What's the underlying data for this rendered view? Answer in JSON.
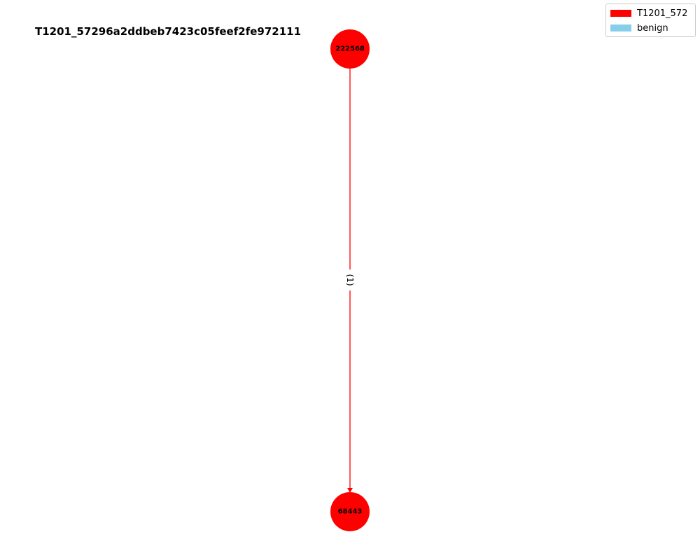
{
  "title": "T1201_57296a2ddbeb7423c05feef2fe972111",
  "legend": {
    "items": [
      {
        "label": "T1201_572",
        "color": "#ff0000"
      },
      {
        "label": "benign",
        "color": "#87ceeb"
      }
    ]
  },
  "nodes": [
    {
      "id": "222568",
      "color": "#ff0000"
    },
    {
      "id": "68443",
      "color": "#ff0000"
    }
  ],
  "edges": [
    {
      "from": "222568",
      "to": "68443",
      "label": "(1)",
      "color": "#ff0000"
    }
  ]
}
